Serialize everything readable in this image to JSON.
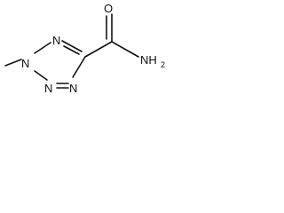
{
  "structure": {
    "atoms": {
      "n1": "N",
      "n2": "N",
      "n3": "N",
      "n4": "N",
      "o": "O",
      "nh2_main": "NH",
      "nh2_sub": "2"
    },
    "bond_color": "#111111",
    "background": "#ffffff"
  }
}
